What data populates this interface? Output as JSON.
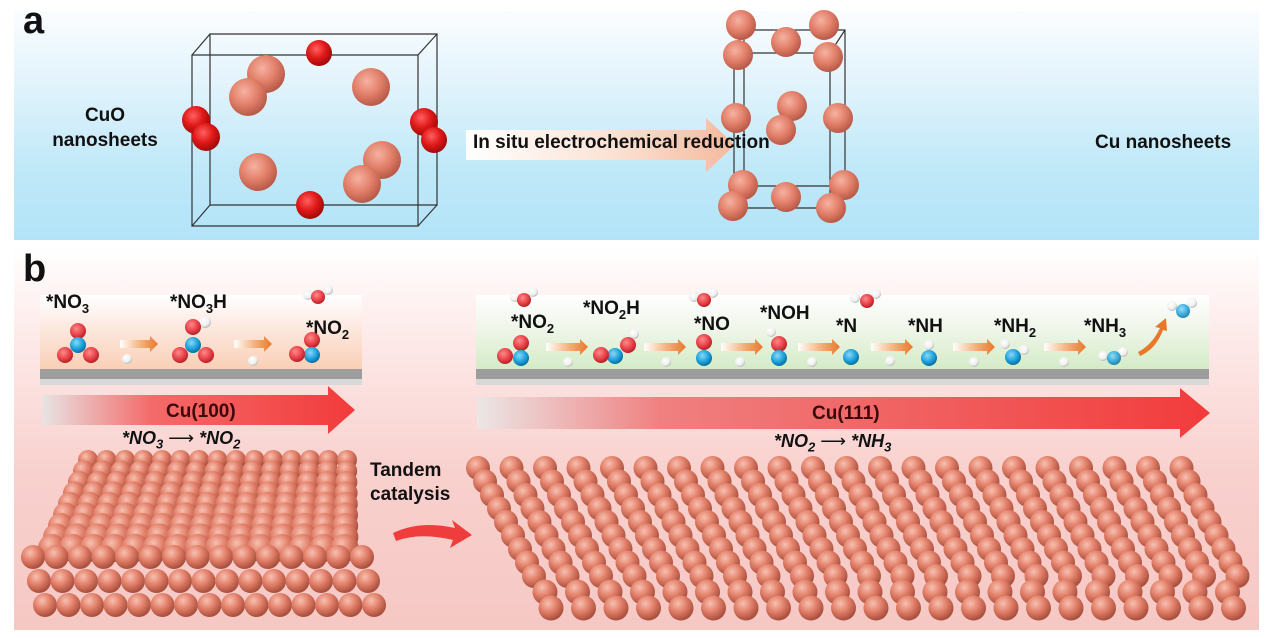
{
  "panel_a": {
    "letter": "a",
    "left_label_line1": "CuO",
    "left_label_line2": "nanosheets",
    "arrow_label": "In situ electrochemical reduction",
    "right_label": "Cu nanosheets"
  },
  "panel_b": {
    "letter": "b",
    "left_strip": {
      "species": [
        {
          "prefix": "*NO",
          "sub": "3",
          "suffix": ""
        },
        {
          "prefix": "*NO",
          "sub": "3",
          "suffix": "H"
        },
        {
          "prefix": "*NO",
          "sub": "2",
          "suffix": ""
        }
      ]
    },
    "right_strip": {
      "species": [
        {
          "prefix": "*NO",
          "sub": "2",
          "suffix": ""
        },
        {
          "prefix": "*NO",
          "sub": "2",
          "suffix": "H"
        },
        {
          "prefix": "*NO",
          "sub": "",
          "suffix": ""
        },
        {
          "prefix": "*NOH",
          "sub": "",
          "suffix": ""
        },
        {
          "prefix": "*N",
          "sub": "",
          "suffix": ""
        },
        {
          "prefix": "*NH",
          "sub": "",
          "suffix": ""
        },
        {
          "prefix": "*NH",
          "sub": "2",
          "suffix": ""
        },
        {
          "prefix": "*NH",
          "sub": "3",
          "suffix": ""
        }
      ]
    },
    "facet_left": "Cu(100)",
    "facet_right": "Cu(111)",
    "reaction_left": {
      "from_prefix": "*NO",
      "from_sub": "3",
      "to_prefix": "*NO",
      "to_sub": "2"
    },
    "reaction_right": {
      "from_prefix": "*NO",
      "from_sub": "2",
      "to_prefix": "*NH",
      "to_sub": "3"
    },
    "tandem_line1": "Tandem",
    "tandem_line2": "catalysis"
  },
  "colors": {
    "copper": "#e2806a",
    "oxygen_cuo": "#e01818",
    "oxygen": "#e8434a",
    "nitrogen": "#1ea3dc",
    "hydrogen": "#f0f0f0",
    "step_arrow": "#e8782a",
    "facet_arrow": "#f23b3b"
  }
}
